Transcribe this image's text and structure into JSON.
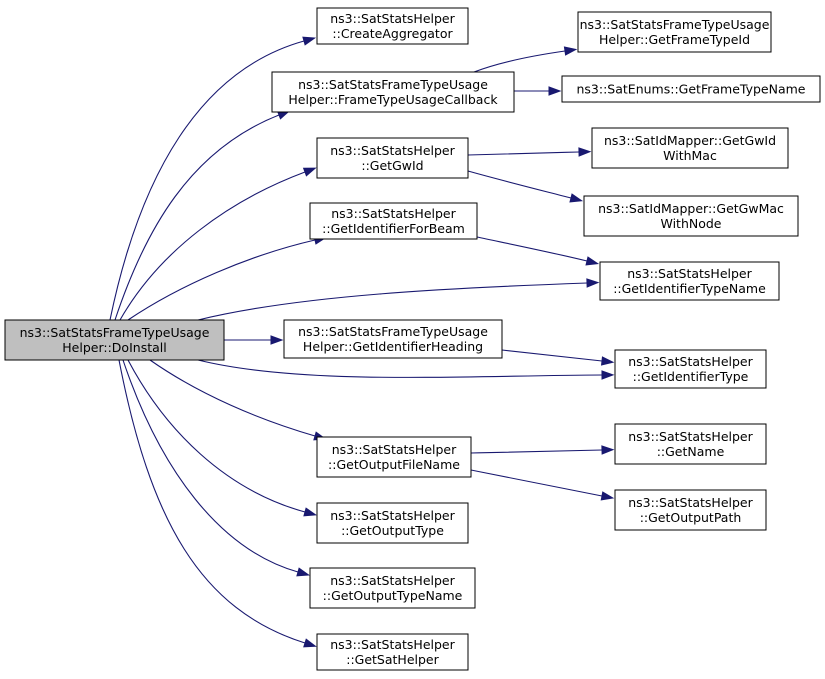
{
  "graph": {
    "root": "doinstall",
    "nodes": [
      {
        "id": "doinstall",
        "lines": [
          "ns3::SatStatsFrameTypeUsage",
          "Helper::DoInstall"
        ],
        "highlighted": true
      },
      {
        "id": "create_agg",
        "lines": [
          "ns3::SatStatsHelper",
          "::CreateAggregator"
        ]
      },
      {
        "id": "ftu_callback",
        "lines": [
          "ns3::SatStatsFrameTypeUsage",
          "Helper::FrameTypeUsageCallback"
        ]
      },
      {
        "id": "get_ft_id",
        "lines": [
          "ns3::SatStatsFrameTypeUsage",
          "Helper::GetFrameTypeId"
        ]
      },
      {
        "id": "get_ft_name",
        "lines": [
          "ns3::SatEnums::GetFrameTypeName"
        ]
      },
      {
        "id": "get_gw_id",
        "lines": [
          "ns3::SatStatsHelper",
          "::GetGwId"
        ]
      },
      {
        "id": "gw_id_with_mac",
        "lines": [
          "ns3::SatIdMapper::GetGwId",
          "WithMac"
        ]
      },
      {
        "id": "gw_mac_with_node",
        "lines": [
          "ns3::SatIdMapper::GetGwMac",
          "WithNode"
        ]
      },
      {
        "id": "id_for_beam",
        "lines": [
          "ns3::SatStatsHelper",
          "::GetIdentifierForBeam"
        ]
      },
      {
        "id": "id_type_name",
        "lines": [
          "ns3::SatStatsHelper",
          "::GetIdentifierTypeName"
        ]
      },
      {
        "id": "id_heading",
        "lines": [
          "ns3::SatStatsFrameTypeUsage",
          "Helper::GetIdentifierHeading"
        ]
      },
      {
        "id": "id_type",
        "lines": [
          "ns3::SatStatsHelper",
          "::GetIdentifierType"
        ]
      },
      {
        "id": "out_file_name",
        "lines": [
          "ns3::SatStatsHelper",
          "::GetOutputFileName"
        ]
      },
      {
        "id": "get_name",
        "lines": [
          "ns3::SatStatsHelper",
          "::GetName"
        ]
      },
      {
        "id": "out_path",
        "lines": [
          "ns3::SatStatsHelper",
          "::GetOutputPath"
        ]
      },
      {
        "id": "out_type",
        "lines": [
          "ns3::SatStatsHelper",
          "::GetOutputType"
        ]
      },
      {
        "id": "out_type_name",
        "lines": [
          "ns3::SatStatsHelper",
          "::GetOutputTypeName"
        ]
      },
      {
        "id": "sat_helper",
        "lines": [
          "ns3::SatStatsHelper",
          "::GetSatHelper"
        ]
      }
    ],
    "edges": [
      {
        "from": "doinstall",
        "to": "create_agg"
      },
      {
        "from": "doinstall",
        "to": "ftu_callback"
      },
      {
        "from": "doinstall",
        "to": "get_gw_id"
      },
      {
        "from": "doinstall",
        "to": "id_for_beam"
      },
      {
        "from": "doinstall",
        "to": "id_type_name"
      },
      {
        "from": "doinstall",
        "to": "id_heading"
      },
      {
        "from": "doinstall",
        "to": "id_type"
      },
      {
        "from": "doinstall",
        "to": "out_file_name"
      },
      {
        "from": "doinstall",
        "to": "out_type"
      },
      {
        "from": "doinstall",
        "to": "out_type_name"
      },
      {
        "from": "doinstall",
        "to": "sat_helper"
      },
      {
        "from": "ftu_callback",
        "to": "get_ft_id"
      },
      {
        "from": "ftu_callback",
        "to": "get_ft_name"
      },
      {
        "from": "get_gw_id",
        "to": "gw_id_with_mac"
      },
      {
        "from": "get_gw_id",
        "to": "gw_mac_with_node"
      },
      {
        "from": "id_for_beam",
        "to": "id_type_name"
      },
      {
        "from": "id_heading",
        "to": "id_type"
      },
      {
        "from": "out_file_name",
        "to": "get_name"
      },
      {
        "from": "out_file_name",
        "to": "out_path"
      }
    ],
    "colors": {
      "edge": "#191970",
      "node_fill": "#ffffff",
      "root_fill": "#bfbfbf",
      "border": "#000000"
    }
  }
}
